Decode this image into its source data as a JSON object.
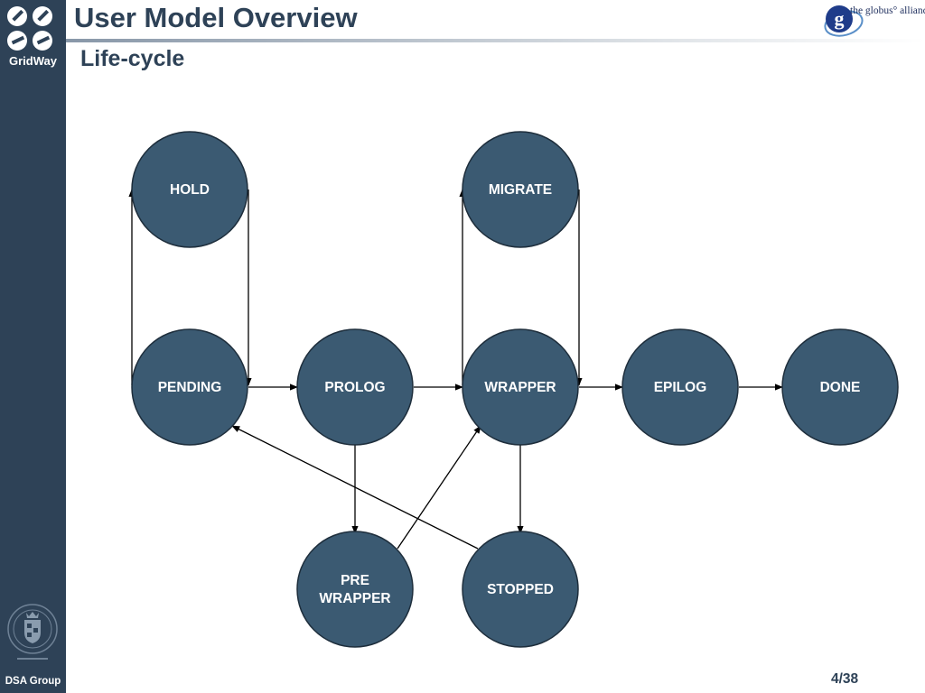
{
  "sidebar": {
    "logo_text": "GridWay",
    "footer_label": "DSA Group"
  },
  "header": {
    "title": "User Model Overview",
    "subtitle": "Life-cycle",
    "partner_logo_text": "the globus° alliance"
  },
  "diagram": {
    "states": {
      "hold": "HOLD",
      "migrate": "MIGRATE",
      "pending": "PENDING",
      "prolog": "PROLOG",
      "wrapper": "WRAPPER",
      "epilog": "EPILOG",
      "done": "DONE",
      "prewrapper_line1": "PRE",
      "prewrapper_line2": "WRAPPER",
      "stopped": "STOPPED"
    },
    "transitions": [
      {
        "from": "PENDING",
        "to": "HOLD"
      },
      {
        "from": "HOLD",
        "to": "PENDING"
      },
      {
        "from": "PENDING",
        "to": "PROLOG"
      },
      {
        "from": "PROLOG",
        "to": "WRAPPER"
      },
      {
        "from": "WRAPPER",
        "to": "MIGRATE"
      },
      {
        "from": "MIGRATE",
        "to": "WRAPPER"
      },
      {
        "from": "WRAPPER",
        "to": "EPILOG"
      },
      {
        "from": "EPILOG",
        "to": "DONE"
      },
      {
        "from": "PROLOG",
        "to": "PRE WRAPPER"
      },
      {
        "from": "PRE WRAPPER",
        "to": "WRAPPER"
      },
      {
        "from": "WRAPPER",
        "to": "STOPPED"
      },
      {
        "from": "STOPPED",
        "to": "PENDING"
      }
    ],
    "node_color": "#3b5a72"
  },
  "footer": {
    "page_number": "4/38"
  }
}
